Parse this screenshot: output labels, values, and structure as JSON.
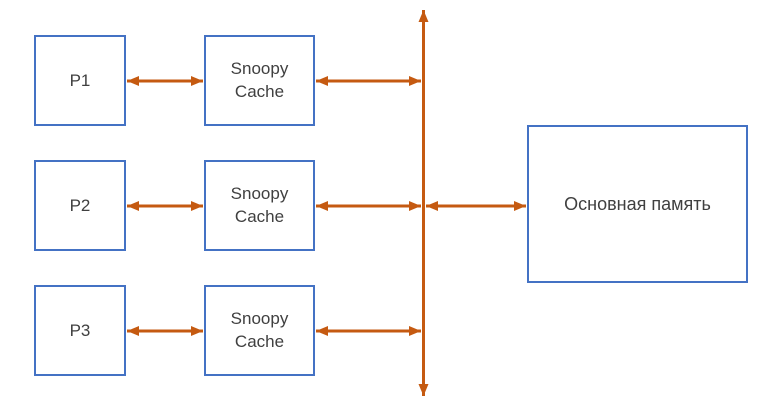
{
  "diagram": {
    "processors": [
      {
        "label": "P1"
      },
      {
        "label": "P2"
      },
      {
        "label": "P3"
      }
    ],
    "caches": [
      {
        "label": "Snoopy\nCache"
      },
      {
        "label": "Snoopy\nCache"
      },
      {
        "label": "Snoopy\nCache"
      }
    ],
    "memory": {
      "label": "Основная память"
    },
    "colors": {
      "box_border": "#4472C4",
      "arrow": "#C55A11",
      "text": "#404040",
      "background": "#FFFFFF"
    }
  }
}
